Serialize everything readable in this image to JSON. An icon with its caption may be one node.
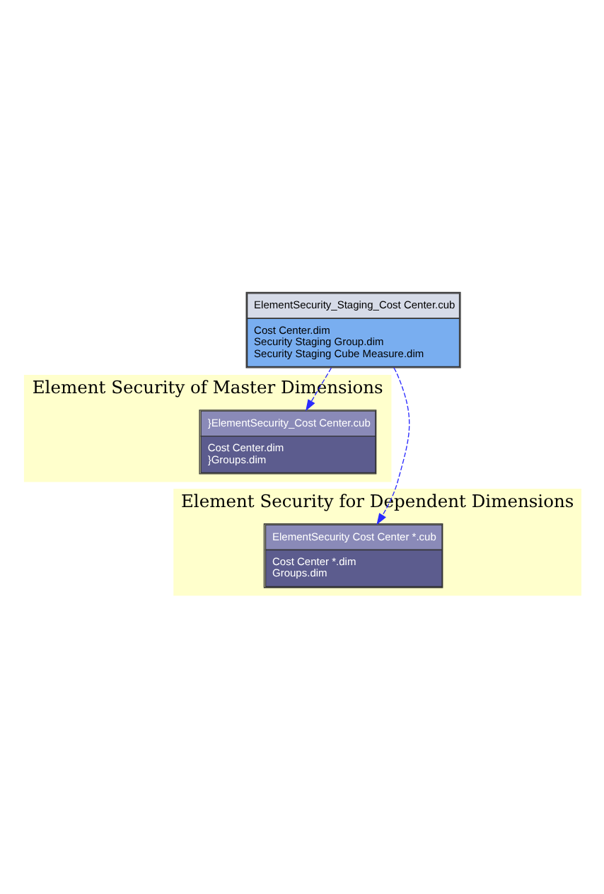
{
  "diagram": {
    "nodes": [
      {
        "text": [
          "ElementSecurity_Staging_Cost Center.cub",
          "Cost Center.dim",
          "Security Staging Group.dim",
          "Security Staging Cube Measure.dim"
        ]
      },
      {
        "text": [
          "Element Security of Master Dimensions"
        ]
      },
      {
        "text": [
          "}ElementSecurity_Cost Center.cub",
          "Cost Center.dim",
          "}Groups.dim"
        ],
        "in": 1
      },
      {
        "text": [
          "Element Security for Dependent Dimensions"
        ]
      },
      {
        "text": [
          "ElementSecurity Cost Center *.cub",
          "Cost Center *.dim",
          "Groups.dim"
        ],
        "in": 3
      }
    ],
    "edges": [
      {
        "from": 0,
        "to": 2,
        "arrow": "to",
        "style": "dashed",
        "color": "#2b2bff"
      },
      {
        "from": 0,
        "to": 4,
        "arrow": "to",
        "style": "dashed",
        "color": "#2b2bff"
      }
    ]
  }
}
